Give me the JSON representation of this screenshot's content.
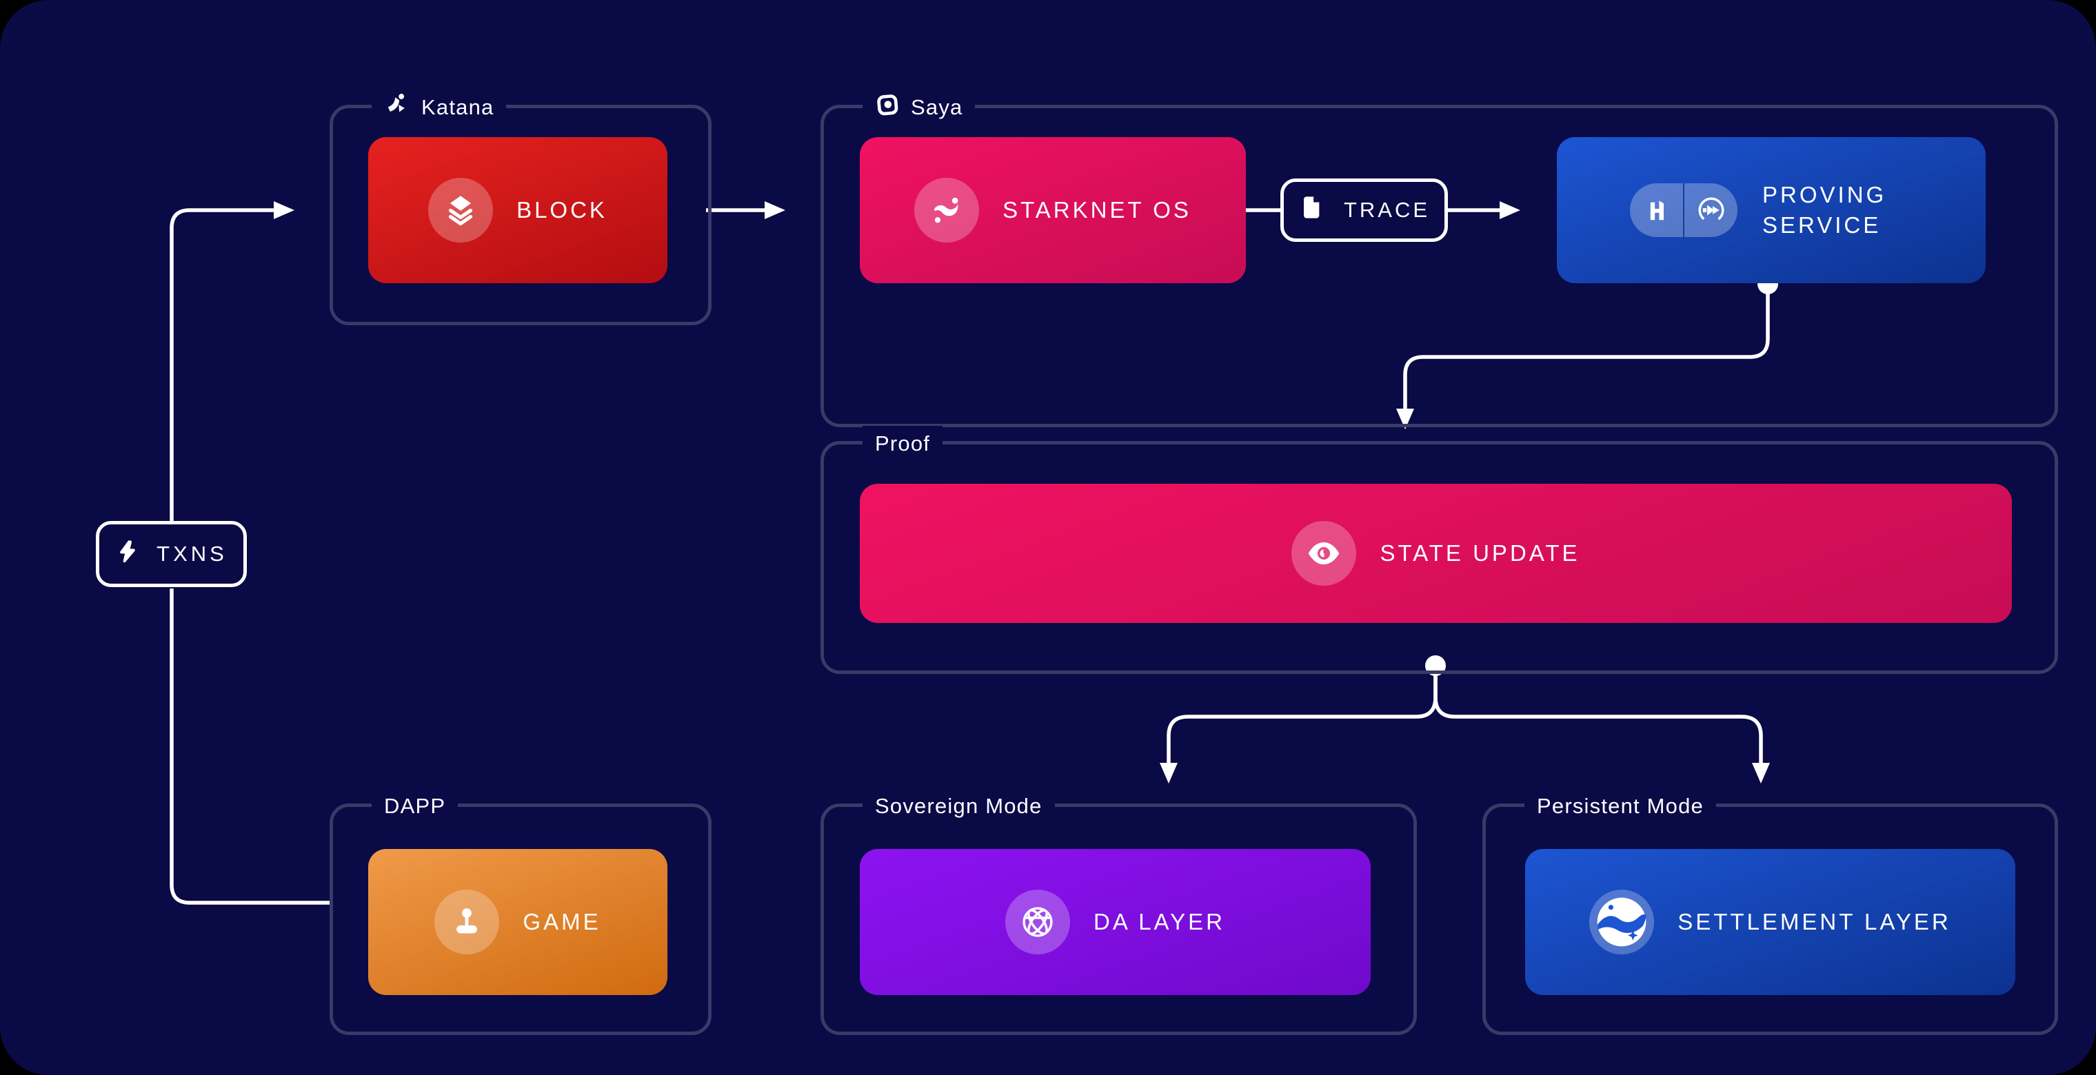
{
  "title": "Rollup pipeline diagram",
  "colors": {
    "page_background": "#000000",
    "panel_background": "#0a0a46",
    "group_border": "#3a3a68",
    "wire": "#ffffff",
    "block_gradient": [
      "#e6221f",
      "#b30d12"
    ],
    "pink_gradient": [
      "#f01261",
      "#c70c55"
    ],
    "blue_gradient": [
      "#1d55d3",
      "#0c3290"
    ],
    "orange_gradient": [
      "#f09a49",
      "#d06a10"
    ],
    "purple_gradient": [
      "#8d13f2",
      "#7009cb"
    ]
  },
  "groups": {
    "katana": {
      "label": "Katana",
      "icon": "katana-icon"
    },
    "saya": {
      "label": "Saya",
      "icon": "saya-icon"
    },
    "proof": {
      "label": "Proof"
    },
    "dapp": {
      "label": "DAPP"
    },
    "sovereign": {
      "label": "Sovereign Mode"
    },
    "persistent": {
      "label": "Persistent Mode"
    }
  },
  "nodes": {
    "txns": {
      "label": "TXNS",
      "icon": "bolt-icon"
    },
    "block": {
      "label": "BLOCK",
      "icon": "layers-icon"
    },
    "starknetos": {
      "label": "STARKNET OS",
      "icon": "starknet-icon"
    },
    "trace": {
      "label": "TRACE",
      "icon": "document-icon"
    },
    "proving": {
      "label": "PROVING SERVICE",
      "icons": [
        "herodotus-h-icon",
        "prover-ring-icon"
      ]
    },
    "stateupdate": {
      "label": "STATE UPDATE",
      "icon": "eye-icon"
    },
    "game": {
      "label": "GAME",
      "icon": "joystick-icon"
    },
    "dalayer": {
      "label": "DA LAYER",
      "icon": "globe-icon"
    },
    "settlement": {
      "label": "SETTLEMENT LAYER",
      "icon": "starknet-logo-icon"
    }
  },
  "connections": [
    {
      "from": "txns",
      "to": "block"
    },
    {
      "from": "txns",
      "to": "dapp"
    },
    {
      "from": "block",
      "to": "saya"
    },
    {
      "from": "starknetos",
      "to": "trace"
    },
    {
      "from": "trace",
      "to": "proving"
    },
    {
      "from": "proving",
      "to": "proof"
    },
    {
      "from": "stateupdate",
      "to": "sovereign"
    },
    {
      "from": "stateupdate",
      "to": "persistent"
    }
  ]
}
